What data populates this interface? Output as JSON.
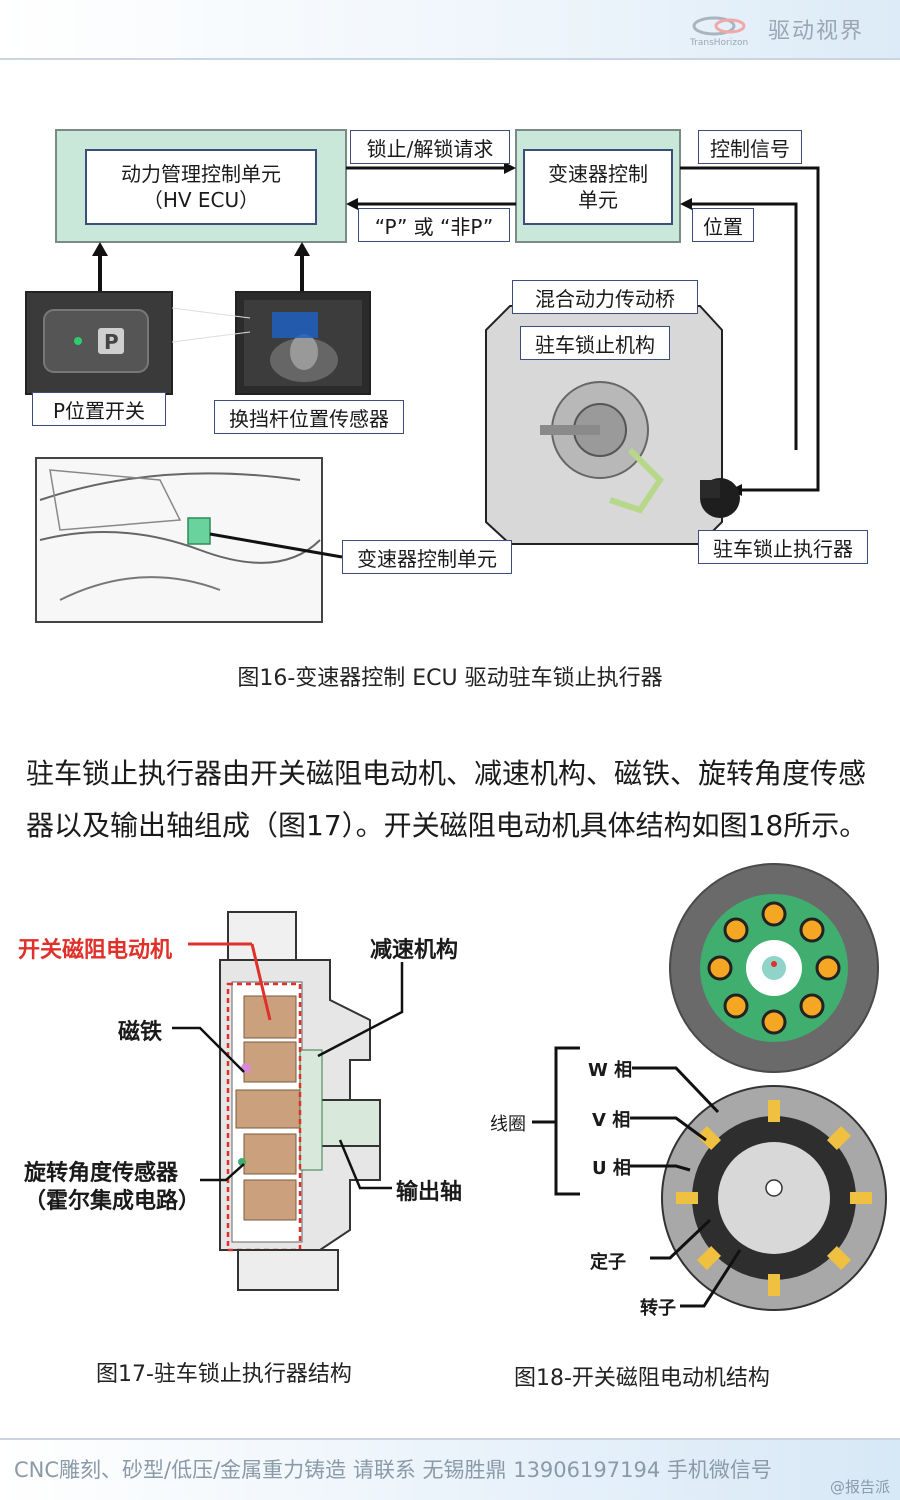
{
  "header": {
    "brand_name": "驱动视界",
    "brand_sub": "TransHorizon"
  },
  "fig16": {
    "hv_ecu_label_line1": "动力管理控制单元",
    "hv_ecu_label_line2": "（HV ECU）",
    "lock_request": "锁止/解锁请求",
    "p_status": "“P” 或 “非P”",
    "tcu_label_line1": "变速器控制",
    "tcu_label_line2": "单元",
    "control_signal": "控制信号",
    "position": "位置",
    "hybrid_transaxle": "混合动力传动桥",
    "parking_mechanism": "驻车锁止机构",
    "p_switch": "P位置开关",
    "shift_sensor": "换挡杆位置传感器",
    "tcu_location": "变速器控制单元",
    "parking_actuator": "驻车锁止执行器",
    "p_key": "P",
    "caption": "图16-变速器控制 ECU 驱动驻车锁止执行器"
  },
  "paragraph": "驻车锁止执行器由开关磁阻电动机、减速机构、磁铁、旋转角度传感器以及输出轴组成（图17）。开关磁阻电动机具体结构如图18所示。",
  "fig17": {
    "srm": "开关磁阻电动机",
    "reducer": "减速机构",
    "magnet": "磁铁",
    "angle_sensor_line1": "旋转角度传感器",
    "angle_sensor_line2": "（霍尔集成电路）",
    "output_shaft": "输出轴",
    "caption": "图17-驻车锁止执行器结构"
  },
  "fig18": {
    "coil": "线圈",
    "w_phase": "W 相",
    "v_phase": "V 相",
    "u_phase": "U 相",
    "stator": "定子",
    "rotor": "转子",
    "caption": "图18-开关磁阻电动机结构"
  },
  "footer": {
    "text": "CNC雕刻、砂型/低压/金属重力铸造 请联系 无锡胜鼎 13906197194 手机微信号",
    "watermark": "@报告派"
  },
  "colors": {
    "box_green": "#c9e8da",
    "frame_blue": "#3b4f7a",
    "highlight_red": "#e0302a",
    "motor_green": "#3fae6f",
    "magnet_orange": "#f5a623"
  }
}
